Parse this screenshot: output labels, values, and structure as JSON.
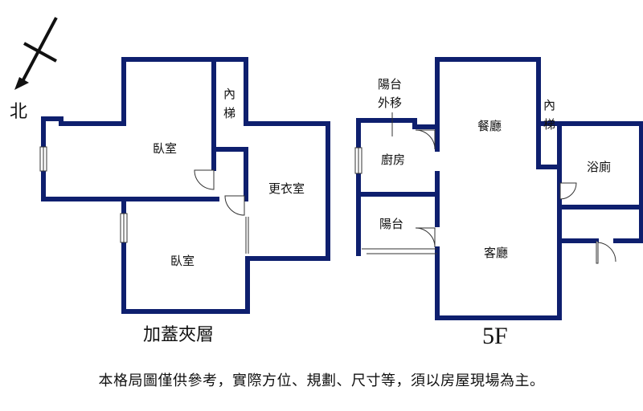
{
  "compass": {
    "label": "北"
  },
  "mezzanine": {
    "title": "加蓋夾層",
    "rooms": {
      "bedroom_top": "臥室",
      "stairs": "內\n梯",
      "closet": "更衣室",
      "bedroom_bottom": "臥室"
    }
  },
  "floor5": {
    "title": "5F",
    "rooms": {
      "balcony_moved": "陽台\n外移",
      "dining": "餐廳",
      "stairs": "內\n梯",
      "kitchen": "廚房",
      "bathroom": "浴廁",
      "balcony": "陽台",
      "living": "客廳"
    }
  },
  "disclaimer": "本格局圖僅供參考，實際方位、規劃、尺寸等，須以房屋現場為主。",
  "colors": {
    "wall": "#0e1f6e"
  }
}
